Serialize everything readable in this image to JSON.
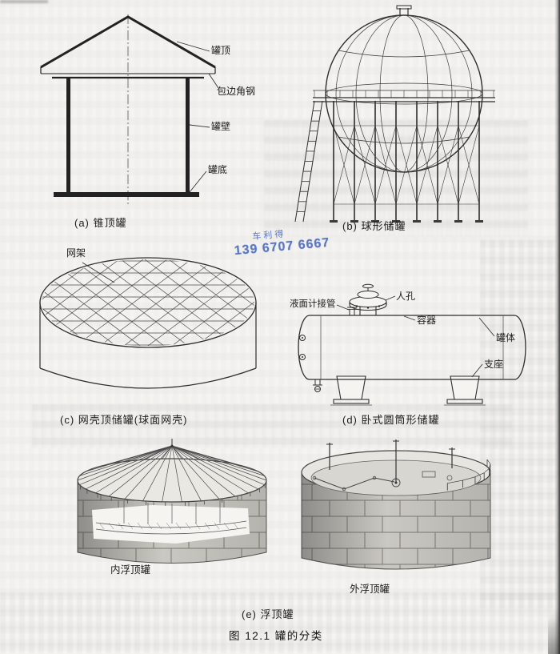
{
  "figure": {
    "caption": "图 12.1  罐的分类"
  },
  "watermark": {
    "name": "车利得",
    "phone": "139 6707 6667"
  },
  "tank_a": {
    "caption": "(a) 锥顶罐",
    "label_top": "罐顶",
    "label_angle": "包边角钢",
    "label_wall": "罐壁",
    "label_bottom": "罐底"
  },
  "tank_b": {
    "caption": "(b) 球形储罐"
  },
  "tank_c": {
    "caption": "(c) 网壳顶储罐(球面网壳)",
    "label_grid": "网架"
  },
  "tank_d": {
    "caption": "(d) 卧式圆筒形储罐",
    "label_manhole": "人孔",
    "label_gauge": "液面计接管",
    "label_vessel": "容器",
    "label_body": "罐体",
    "label_support": "支座"
  },
  "tank_e": {
    "caption": "(e) 浮顶罐",
    "label_internal": "内浮顶罐",
    "label_external": "外浮顶罐"
  }
}
